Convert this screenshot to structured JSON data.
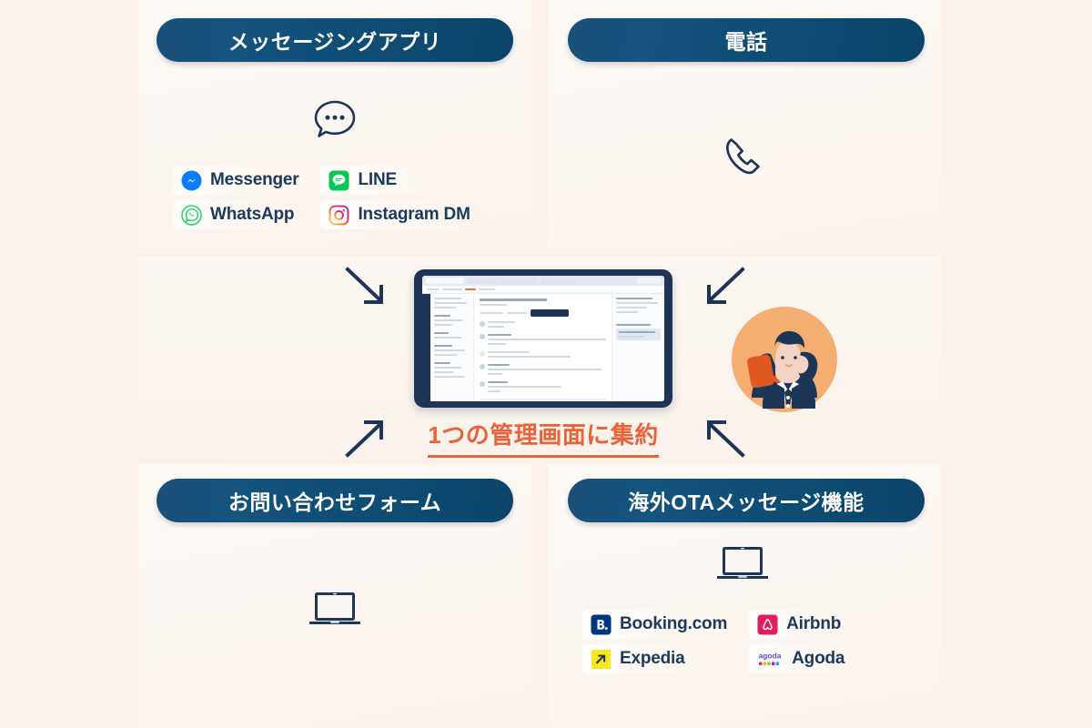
{
  "page": {
    "background_color": "#FAF1EA",
    "panel_color": "#FCF7F2",
    "navy": "#0E4D74",
    "accent_orange": "#E9633A",
    "text_navy": "#1B3A5C"
  },
  "panels": [
    {
      "id": "messaging-apps",
      "title": "メッセージングアプリ",
      "icon": "chat-bubble-dots-icon",
      "brands": [
        {
          "name": "Messenger",
          "logo": "messenger-logo",
          "color": "#0A7CFF"
        },
        {
          "name": "LINE",
          "logo": "line-logo",
          "color": "#06C755"
        },
        {
          "name": "WhatsApp",
          "logo": "whatsapp-logo",
          "color": "#25D366"
        },
        {
          "name": "Instagram DM",
          "logo": "instagram-logo",
          "color": "#E1306C"
        }
      ]
    },
    {
      "id": "telephone",
      "title": "電話",
      "icon": "phone-handset-icon",
      "brands": []
    },
    {
      "id": "contact-form",
      "title": "お問い合わせフォーム",
      "icon": "laptop-icon",
      "brands": []
    },
    {
      "id": "overseas-ota",
      "title": "海外OTAメッセージ機能",
      "icon": "laptop-icon",
      "brands": [
        {
          "name": "Booking.com",
          "logo": "booking-logo",
          "color": "#003580"
        },
        {
          "name": "Airbnb",
          "logo": "airbnb-logo",
          "color": "#E31C5F"
        },
        {
          "name": "Expedia",
          "logo": "expedia-logo",
          "color": "#FFD700"
        },
        {
          "name": "Agoda",
          "logo": "agoda-logo",
          "color": "#5C4EE5"
        }
      ]
    }
  ],
  "center": {
    "caption": "1つの管理画面に集約",
    "device": "tablet-screenshot",
    "illustration": "phone-operator-illustration",
    "arrows": [
      {
        "name": "arrow-from-messaging-apps",
        "direction": "down-right"
      },
      {
        "name": "arrow-from-telephone",
        "direction": "down-left"
      },
      {
        "name": "arrow-from-contact-form",
        "direction": "up-right"
      },
      {
        "name": "arrow-from-overseas-ota",
        "direction": "up-left"
      }
    ]
  }
}
